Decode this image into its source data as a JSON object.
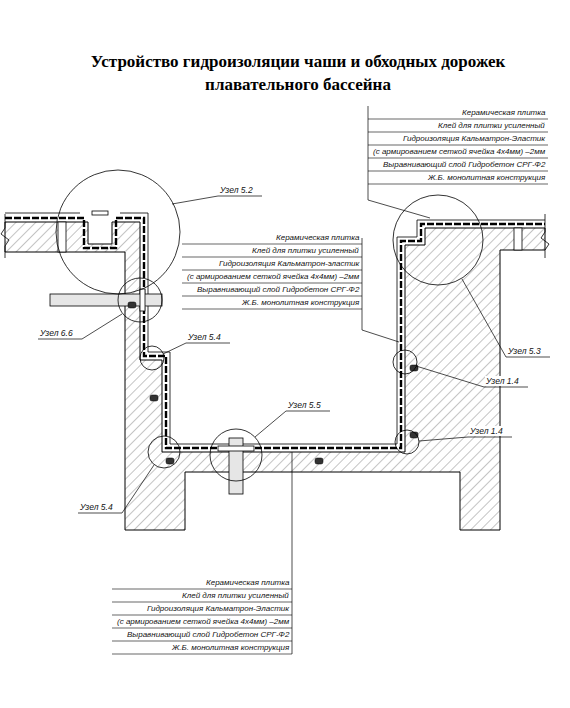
{
  "diagram": {
    "title": "Устройство гидроизоляции чаши и обходных дорожек плавательного бассейна",
    "labels": [
      "Керамическая плитка",
      "Клей для плитки усиленный",
      "Гидроизоляция Кальматрон-Эластик",
      "(с армированием сеткой ячейка 4х4мм) –2мм",
      "Выравнивающий слой Гидробетон СРГ-Ф2",
      "Ж.Б. монолитная конструкция",
      "Керамическая плитка",
      "Клей для плитки усиленный",
      "Гидроизоляция Кальматрон-эластик",
      "(с армированием сеткой ячейка 4х4мм) –2мм",
      "Выравнивающий слой Гидробетон СРГ-Ф2",
      "Ж.Б. монолитная конструкция",
      "Керамическая плитка",
      "Клей для плитки усиленный",
      "Гидроизоляция Кальматрон-Эластик",
      "(с армированием сеткой ячейка 4х4мм) –2мм",
      "Выравнивающий слой Гидробетон СРГ-Ф2",
      "Ж.Б. монолитная конструкция",
      "Узел 5.2",
      "Узел 6.6",
      "Узел 5.4",
      "Узел 5.5",
      "Узел 5.4",
      "Узел 5.3",
      "Узел 1.4",
      "Узел 1.4"
    ]
  }
}
